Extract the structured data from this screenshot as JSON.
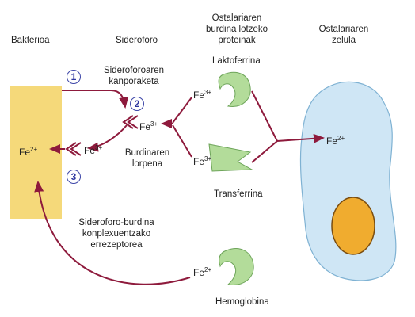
{
  "headers": {
    "bakterioa": "Bakterioa",
    "sideroforo": "Sideroforo",
    "proteinak": "Ostalariaren\nburdina lotzeko\nproteinak",
    "zelula": "Ostalariaren\nzelula"
  },
  "labels": {
    "kanporaketa": "Sideroforoaren\nkanporaketa",
    "lorpena": "Burdinaren\nlorpena",
    "laktoferrina": "Laktoferrina",
    "transferrina": "Transferrina",
    "errezeptorea": "Sideroforo-burdina\nkonplexuentzako\nerrezeptorea",
    "hemoglobina": "Hemoglobina"
  },
  "steps": [
    "1",
    "2",
    "3"
  ],
  "ions": {
    "fe3": {
      "symbol": "Fe",
      "charge": "3+"
    },
    "fe2": {
      "symbol": "Fe",
      "charge": "2+"
    }
  },
  "colors": {
    "bacterium": "#f5d97a",
    "cell": "#cfe6f5",
    "nucleus": "#f0ac2f",
    "protein": "#b3dc9a",
    "arrow": "#8e1a3c",
    "step_circle": "#3d46a8"
  }
}
